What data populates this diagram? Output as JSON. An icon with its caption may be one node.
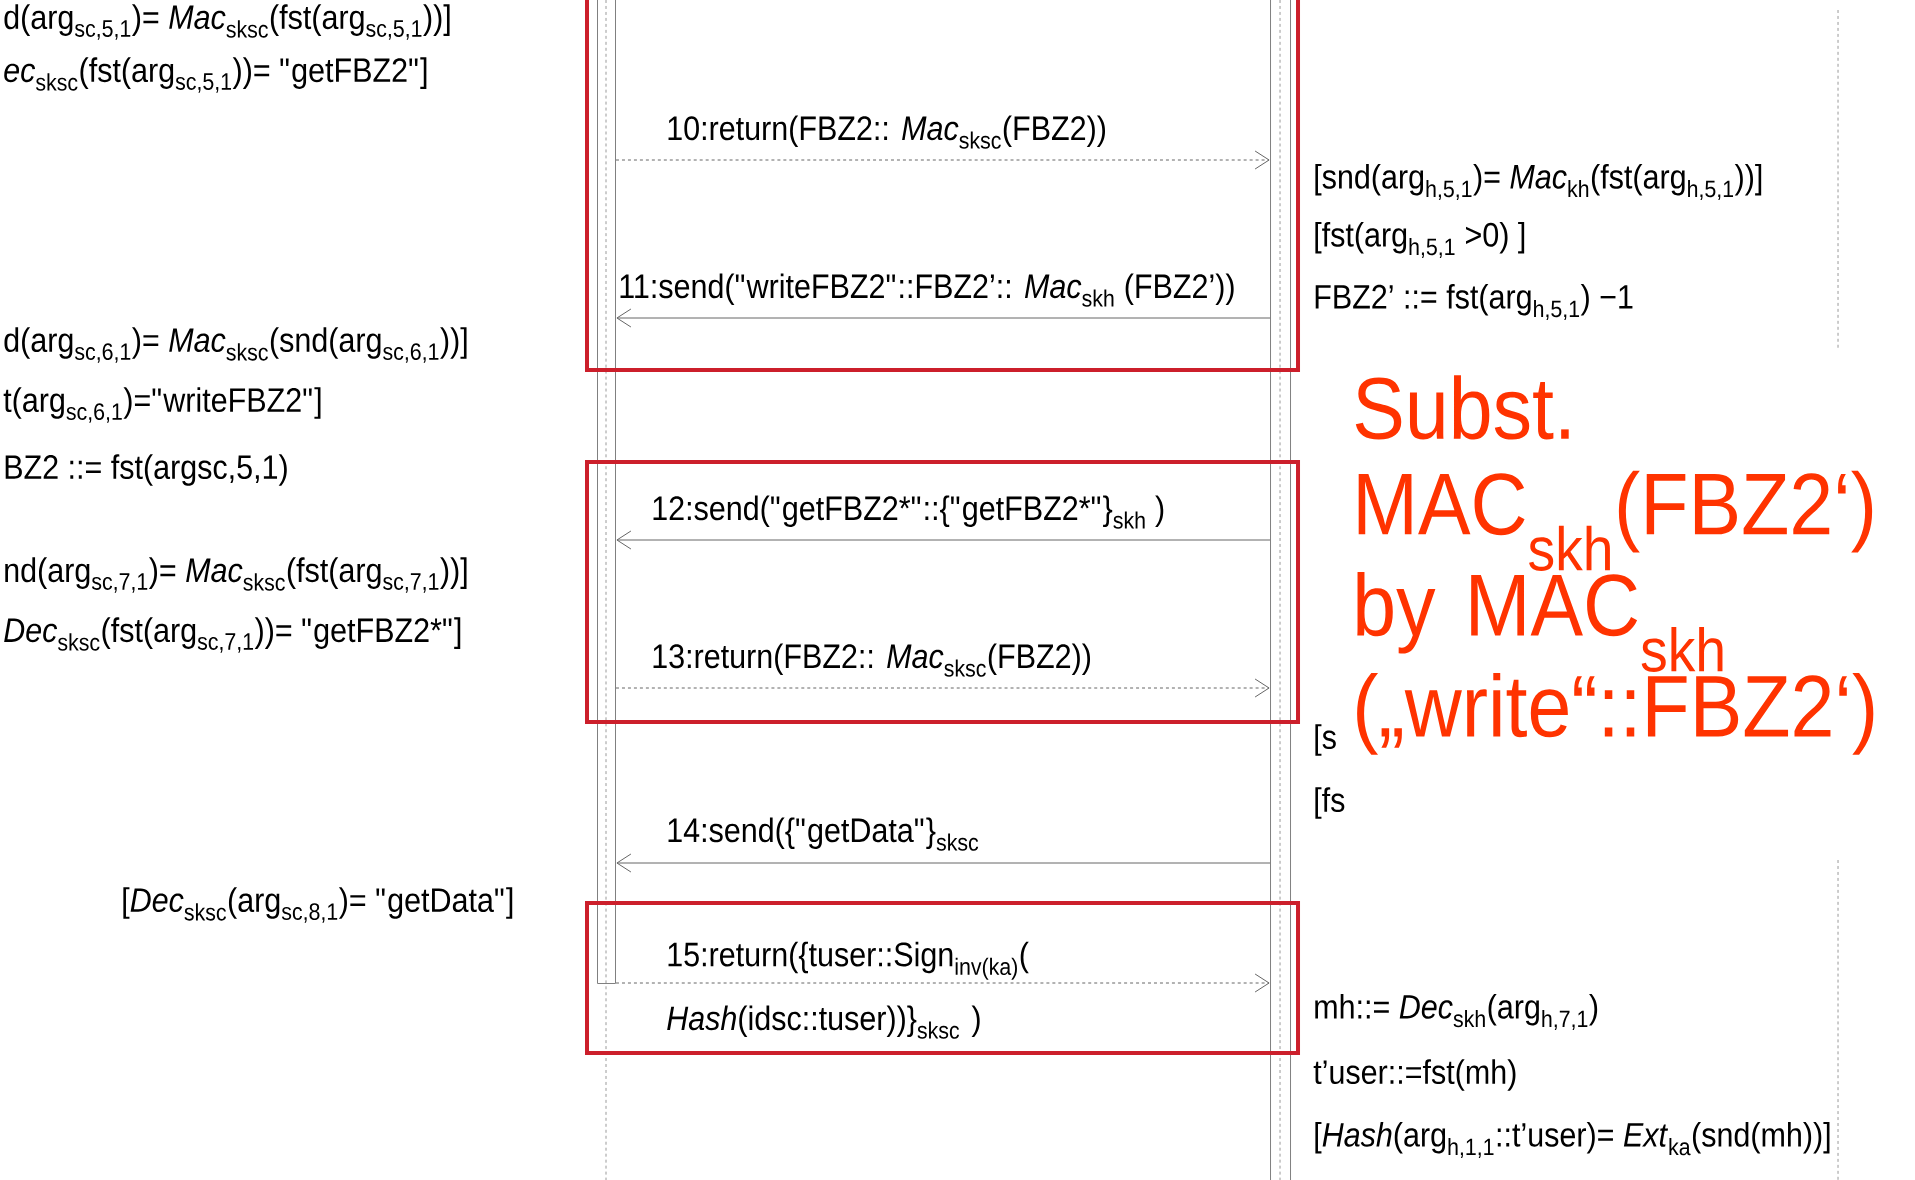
{
  "diagram": {
    "nodes": [
      {
        "text": [],
        "shape": "bar"
      },
      {
        "text": [],
        "shape": "bar"
      }
    ],
    "edges": [
      {
        "from": 0,
        "to": 1,
        "arrow": "to",
        "style": "dashed",
        "label": "10:return(FBZ2:: *Mac*$_{sksc}$(FBZ2))"
      },
      {
        "from": 1,
        "to": 0,
        "arrow": "to",
        "label": "11:send(\"writeFBZ2\"::FBZ2’:: *Mac*$_{skh}$ (FBZ2’))"
      },
      {
        "from": 1,
        "to": 0,
        "arrow": "to",
        "label": "12:send(\"getFBZ2*\"::{\"getFBZ2*\"}$_{skh}$ )"
      },
      {
        "from": 0,
        "to": 1,
        "arrow": "to",
        "style": "dashed",
        "label": "13:return(FBZ2:: *Mac*$_{sksc}$(FBZ2))"
      },
      {
        "from": 1,
        "to": 0,
        "arrow": "to",
        "label": "14:send({\"getData\"}$_{sksc}$"
      },
      {
        "from": 0,
        "to": 1,
        "arrow": "to",
        "style": "dashed",
        "label": "15:return({tuser::Sign$_{inv(ka)}$( *Hash*(idsc::tuser))}$_{sksc}$ )"
      }
    ],
    "labels": [
      "d(arg$_{sc,5,1}$)= *Mac*$_{sksc}$(fst(arg$_{sc,5,1}$))]",
      "*ec*$_{sksc}$(fst(arg$_{sc,5,1}$))= \"getFBZ2\"]",
      "[snd(arg$_{h,5,1}$)= *Mac*$_{kh}$(fst(arg$_{h,5,1}$))]",
      "[fst(arg$_{h,5,1}$ >0) ]",
      "FBZ2’ ::= fst(arg$_{h,5,1}$) −1",
      "d(arg$_{sc,6,1}$)= *Mac*$_{sksc}$(snd(arg$_{sc,6,1}$))]",
      "t(arg$_{sc,6,1}$)=\"writeFBZ2\"]",
      "BZ2 ::= fst(argsc,5,1)",
      "Subst. MAC$_{skh}$(FBZ2‘) by MAC$_{skh}$ („write“::FBZ2‘)",
      "nd(arg$_{sc,7,1}$)= *Mac*$_{sksc}$(fst(arg$_{sc,7,1}$))]",
      "*Dec*$_{sksc}$(fst(arg$_{sc,7,1}$))= \"getFBZ2*\"]",
      "[s",
      "[fs",
      "[*Dec*$_{sksc}$(arg$_{sc,8,1}$)= \"getData\"]",
      "mh::= *Dec*$_{skh}$(arg$_{h,7,1}$)",
      "t’user::=fst(mh)",
      "[*Hash*(arg$_{h,1,1}$::t’user)= *Ext*$_{ka}$(snd(mh))]"
    ]
  }
}
